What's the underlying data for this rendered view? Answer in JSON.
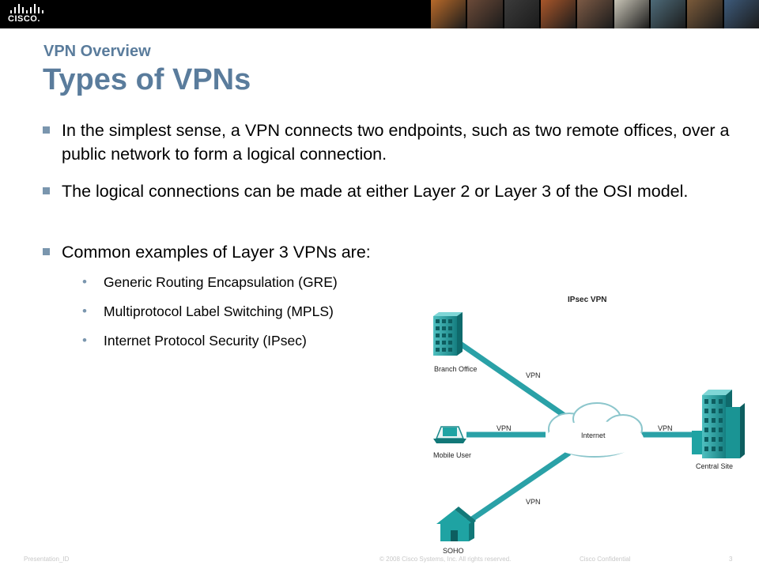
{
  "header": {
    "logo_text": "CISCO.",
    "photo_colors": [
      "#b86a2a",
      "#6b4a38",
      "#3b3b3b",
      "#a8562a",
      "#7c5a45",
      "#c8c4b6",
      "#4d6a78",
      "#7a5a3a",
      "#3d5a7a"
    ]
  },
  "slide": {
    "subtitle": "VPN Overview",
    "title": "Types of VPNs",
    "bullets": [
      "In the simplest sense, a VPN connects two endpoints, such as two remote offices, over a public network to form a logical connection.",
      "The logical connections can be made at either Layer 2 or Layer 3 of the OSI model.",
      "Common examples of Layer 3 VPNs are:"
    ],
    "sub_bullets": [
      "Generic Routing Encapsulation (GRE)",
      "Multiprotocol Label Switching (MPLS)",
      "Internet Protocol Security (IPsec)"
    ]
  },
  "diagram": {
    "title": "IPsec VPN",
    "cloud_label": "Internet",
    "nodes": {
      "branch": "Branch Office",
      "mobile": "Mobile User",
      "central": "Central Site",
      "soho": "SOHO"
    },
    "link_label": "VPN",
    "colors": {
      "link": "#2aa1a7",
      "device": "#1fa3a3",
      "device_dark": "#127878",
      "cloud": "#ffffff",
      "cloud_edge": "#8cc6cc"
    }
  },
  "footer": {
    "left": "Presentation_ID",
    "center": "© 2008 Cisco Systems, Inc. All rights reserved.",
    "right": "Cisco Confidential",
    "page": "3"
  }
}
